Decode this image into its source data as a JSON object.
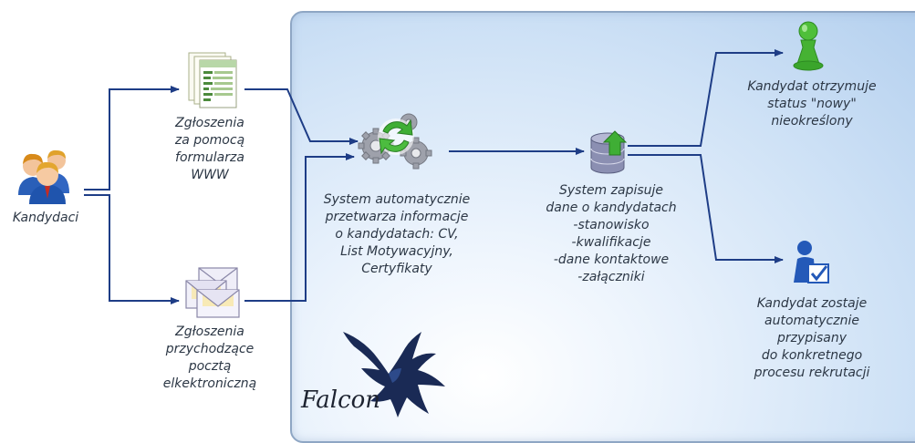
{
  "nodes": {
    "candidates": {
      "lines": [
        "Kandydaci"
      ],
      "icon": "users-group-icon"
    },
    "web_form": {
      "lines": [
        "Zgłoszenia",
        "za pomocą",
        "formularza",
        "WWW"
      ],
      "icon": "form-document-icon"
    },
    "email": {
      "lines": [
        "Zgłoszenia",
        "przychodzące",
        "pocztą",
        "elkektroniczną"
      ],
      "icon": "envelopes-icon"
    },
    "processing": {
      "lines": [
        "System automatycznie",
        "przetwarza informacje",
        "o kandydatach: CV,",
        "List Motywacyjny,",
        "Certyfikaty"
      ],
      "icon": "gears-icon"
    },
    "storage": {
      "lines": [
        "System zapisuje",
        "dane o kandydatach",
        "-stanowisko",
        "-kwalifikacje",
        "-dane kontaktowe",
        "-załączniki"
      ],
      "icon": "database-icon"
    },
    "status_new": {
      "lines": [
        "Kandydat otrzymuje",
        "status \"nowy\"",
        "nieokreślony"
      ],
      "icon": "pawn-icon"
    },
    "assigned": {
      "lines": [
        "Kandydat zostaje",
        "automatycznie",
        "przypisany",
        "do konkretnego",
        "procesu rekrutacji"
      ],
      "icon": "user-checked-icon"
    }
  },
  "brand": {
    "text": "Falcon",
    "icon": "falcon-logo-icon"
  },
  "colors": {
    "connector": "#1e3d86",
    "label_text": "#2c3745",
    "panel_border": "#8ea6c4",
    "accent_green": "#3fae35",
    "accent_blue": "#2459b8"
  }
}
